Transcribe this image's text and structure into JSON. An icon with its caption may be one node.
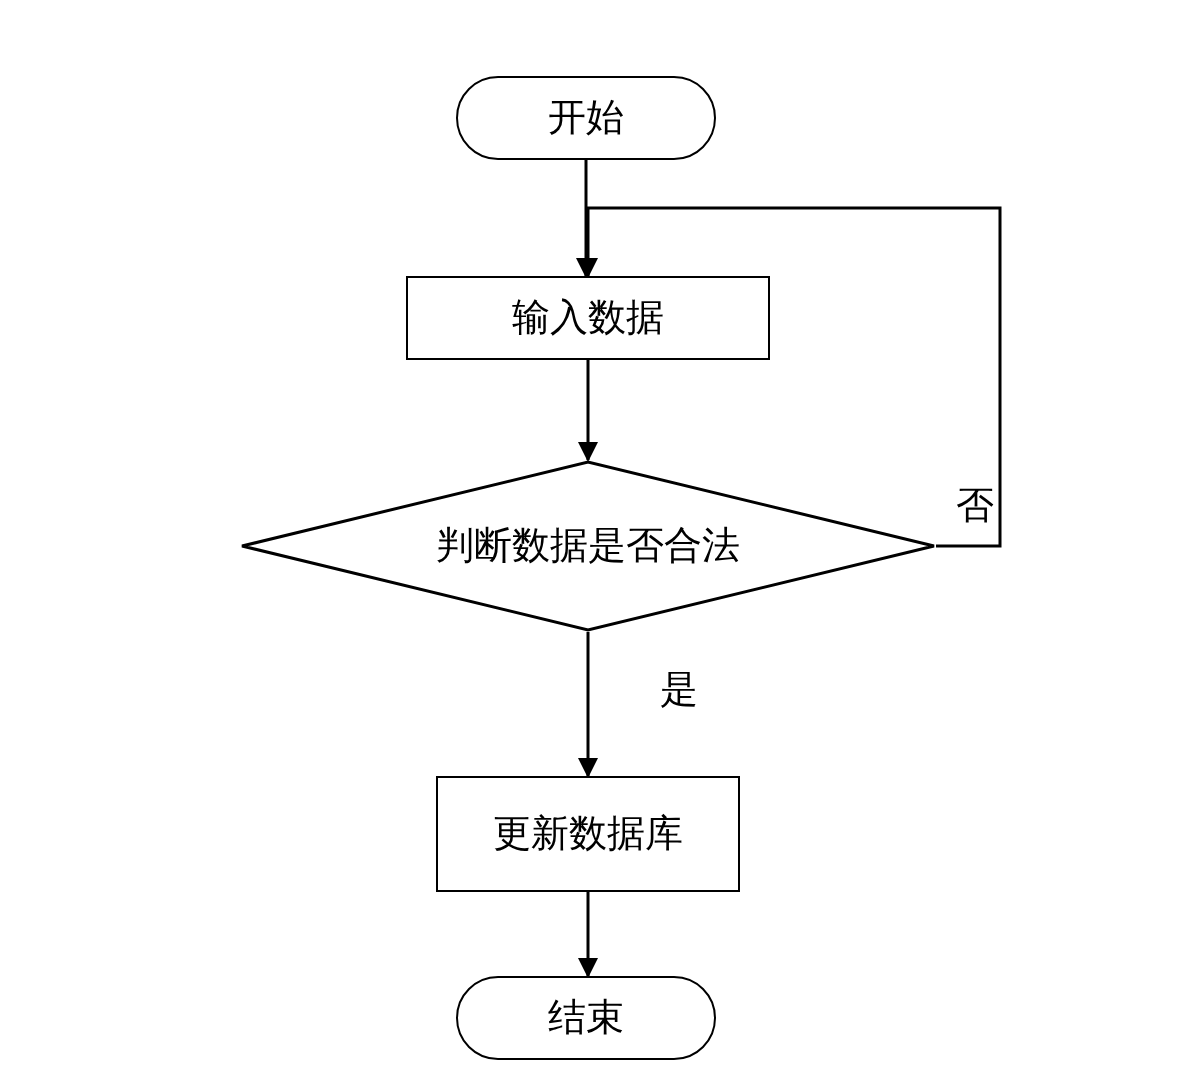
{
  "diagram": {
    "nodes": [
      {
        "text": [
          "开始"
        ]
      },
      {
        "text": [
          "输入数据"
        ]
      },
      {
        "text": [
          "判断数据是否合法"
        ]
      },
      {
        "text": [
          "更新数据库"
        ]
      },
      {
        "text": [
          "结束"
        ]
      }
    ],
    "edges": [
      {
        "from": 0,
        "to": 1,
        "arrow": "to"
      },
      {
        "from": 1,
        "to": 2,
        "arrow": "to"
      },
      {
        "from": 2,
        "to": 1,
        "arrow": "to",
        "label": "否"
      },
      {
        "from": 2,
        "to": 3,
        "arrow": "to",
        "label": "是"
      },
      {
        "from": 3,
        "to": 4,
        "arrow": "to"
      }
    ]
  }
}
